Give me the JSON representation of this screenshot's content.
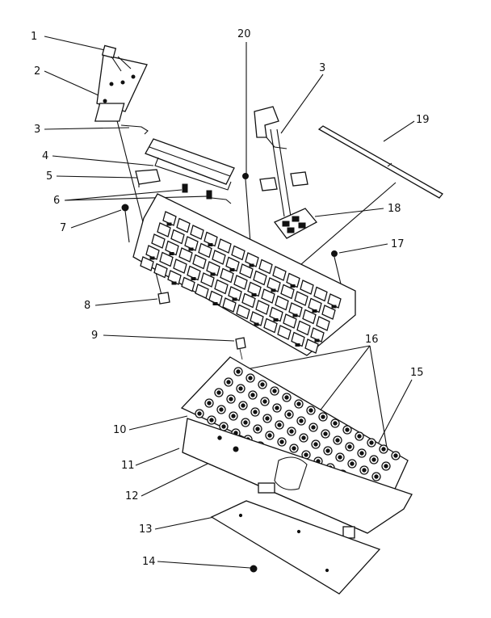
{
  "callouts": [
    {
      "text": "1"
    },
    {
      "text": "2"
    },
    {
      "text": "3"
    },
    {
      "text": "3"
    },
    {
      "text": "4"
    },
    {
      "text": "5"
    },
    {
      "text": "6"
    },
    {
      "text": "7"
    },
    {
      "text": "8"
    },
    {
      "text": "9"
    },
    {
      "text": "10"
    },
    {
      "text": "11"
    },
    {
      "text": "12"
    },
    {
      "text": "13"
    },
    {
      "text": "14"
    },
    {
      "text": "15"
    },
    {
      "text": "16"
    },
    {
      "text": "17"
    },
    {
      "text": "18"
    },
    {
      "text": "19"
    },
    {
      "text": "20"
    }
  ]
}
